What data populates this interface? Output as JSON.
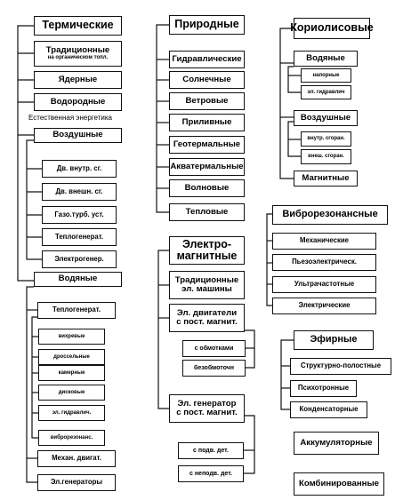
{
  "col1": {
    "thermal": "Термические",
    "traditional": "Традиционные",
    "traditional_sub": "на органическом топл.",
    "nuclear": "Ядерные",
    "hydrogen": "Водородные",
    "natural_energy": "Естественная энергетика",
    "air": "Воздушные",
    "air_items": [
      "Дв. внутр. сг.",
      "Дв. внешн. сг.",
      "Газо.турб. уст.",
      "Теплогенерат.",
      "Электрогенер."
    ],
    "water": "Водяные",
    "water_items": [
      "Теплогенерат.",
      "вихревые",
      "дроссельные",
      "камерные",
      "дисковые",
      "эл. гидравлич.",
      "виброрезонанс.",
      "Механ. двигат.",
      "Эл.генераторы"
    ]
  },
  "col2": {
    "natural": "Природные",
    "natural_items": [
      "Гидравлические",
      "Солнечные",
      "Ветровые",
      "Приливные",
      "Геотермальные",
      "Акватермальные",
      "Волновые",
      "Тепловые"
    ],
    "em_line1": "Электро-",
    "em_line2": "магнитные",
    "em_trad_line1": "Традиционные",
    "em_trad_line2": "эл. машины",
    "motors_line1": "Эл. двигатели",
    "motors_line2": "с пост. магнит.",
    "motor_items": [
      "с обмотками",
      "безобмоточн"
    ],
    "gen_line1": "Эл. генератор",
    "gen_line2": "с пост. магнит.",
    "gen_items": [
      "с подв. дет.",
      "с неподв. дет."
    ]
  },
  "col3": {
    "coriolis": "Кориолисовые",
    "water": "Водяные",
    "water_items": [
      "напорные",
      "эл. гидравлич"
    ],
    "air": "Воздушные",
    "air_items": [
      "внутр. сгоран.",
      "внеш. сгоран."
    ],
    "magnetic": "Магнитные",
    "vibro": "Виброрезонансные",
    "vibro_items": [
      "Механические",
      "Пьезоэлектрическ.",
      "Ультрачастотные",
      "Электрические"
    ],
    "ether": "Эфирные",
    "ether_items": [
      "Структурно-полостные",
      "Психотронные",
      "Конденсаторные"
    ],
    "accum": "Аккумуляторные",
    "combined": "Комбинированные"
  }
}
